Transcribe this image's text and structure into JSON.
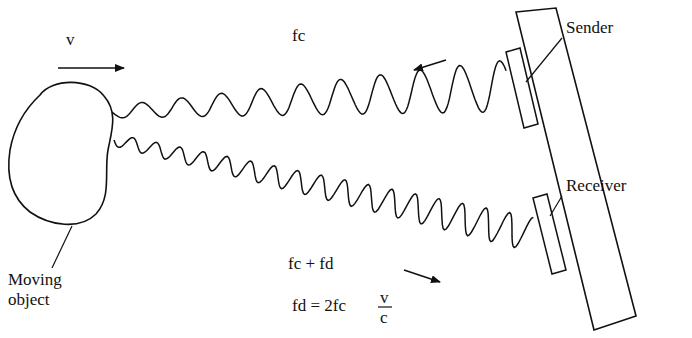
{
  "diagram": {
    "labels": [
      "v",
      "fc",
      "Sender",
      "Receiver",
      "fc + fd",
      "Moving object",
      "fd = 2fc",
      "v",
      "c"
    ]
  }
}
